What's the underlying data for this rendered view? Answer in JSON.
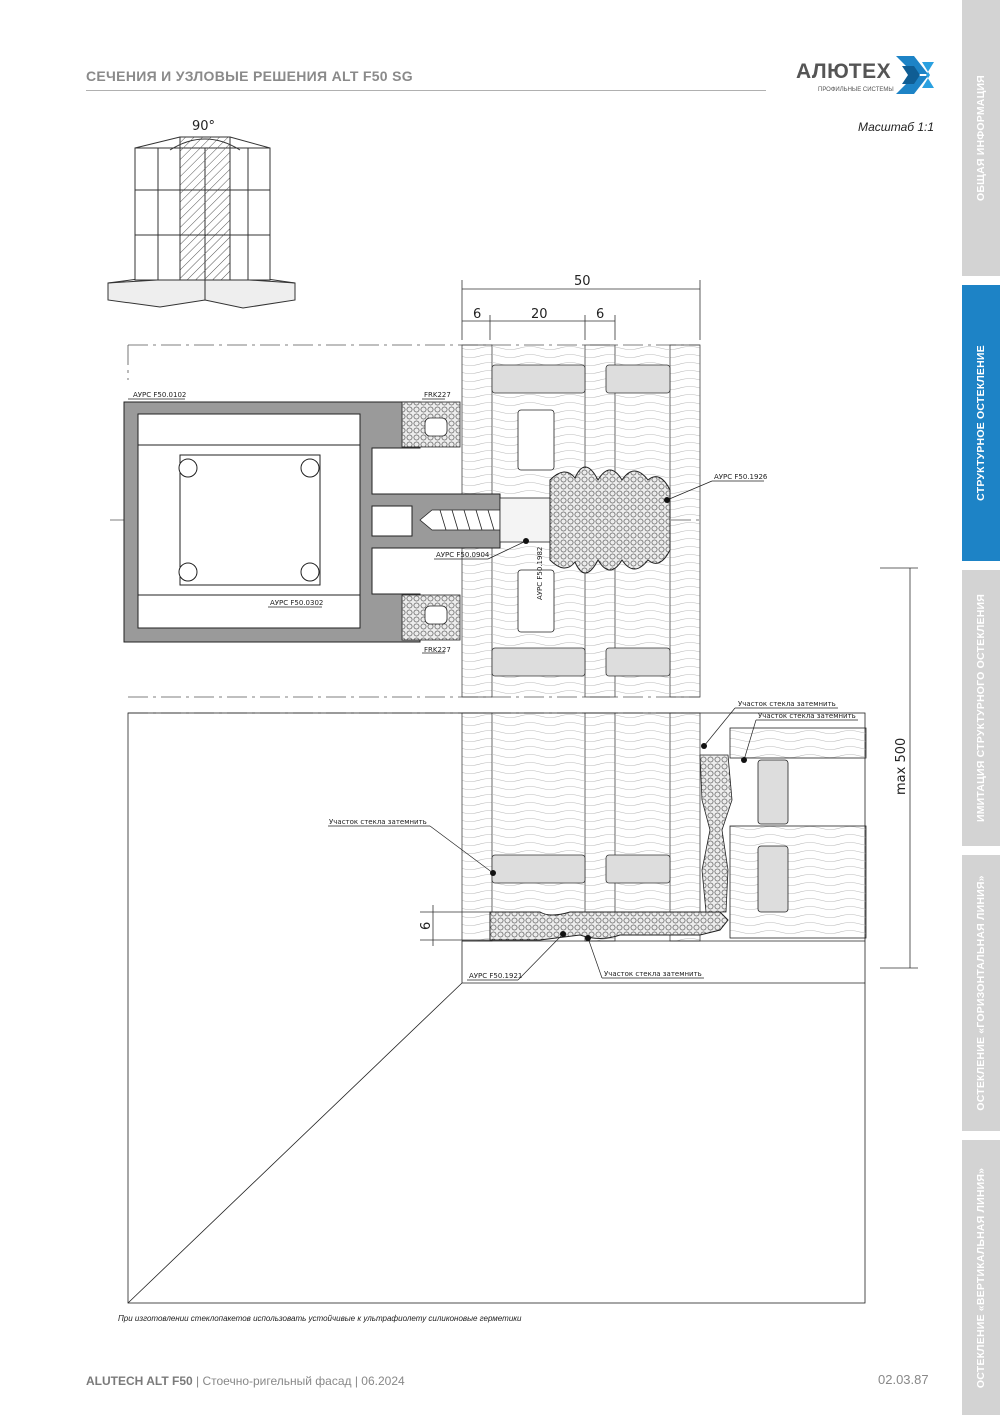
{
  "header": {
    "title": "СЕЧЕНИЯ И УЗЛОВЫЕ РЕШЕНИЯ ALT F50 SG"
  },
  "logo": {
    "name": "АЛЮТЕХ",
    "subtitle": "ПРОФИЛЬНЫЕ СИСТЕМЫ",
    "color": "#1d83c6"
  },
  "scale_label": "Масштаб 1:1",
  "drawing": {
    "angle_label": "90°",
    "dimensions": {
      "total": "50",
      "left": "6",
      "middle": "20",
      "right": "6",
      "height": "max 500",
      "bottom": "6"
    },
    "callouts": {
      "profile_0102": "АУРС F50.0102",
      "frk_top": "FRK227",
      "frk_bottom": "FRK227",
      "profile_1926": "АУРС F50.1926",
      "profile_0904": "АУРС F50.0904",
      "profile_1982": "АУРС F50.1982",
      "profile_0302": "АУРС F50.0302",
      "darken_1": "Участок стекла затемнить",
      "darken_2": "Участок стекла затемнить",
      "darken_3": "Участок стекла затемнить",
      "darken_4": "Участок стекла затемнить",
      "profile_1921": "АУРС F50.1921"
    }
  },
  "footnote": "При изготовлении стеклопакетов использовать устойчивые к ультрафиолету силиконовые герметики",
  "footer": {
    "brand": "ALUTECH ALT F50",
    "text": "| Стоечно-ригельный фасад | 06.2024",
    "page": "02.03.87"
  },
  "sidebar": {
    "tabs": [
      {
        "label": "ОБЩАЯ ИНФОРМАЦИЯ",
        "active": false
      },
      {
        "label": "СТРУКТУРНОЕ ОСТЕКЛЕНИЕ",
        "active": true
      },
      {
        "label": "ИМИТАЦИЯ СТРУКТУРНОГО ОСТЕКЛЕНИЯ",
        "active": false
      },
      {
        "label": "ОСТЕКЛЕНИЕ «ГОРИЗОНТАЛЬНАЯ ЛИНИЯ»",
        "active": false
      },
      {
        "label": "ОСТЕКЛЕНИЕ «ВЕРТИКАЛЬНАЯ ЛИНИЯ»",
        "active": false
      }
    ],
    "active_color": "#1d83c6",
    "inactive_color": "#d3d3d3"
  }
}
